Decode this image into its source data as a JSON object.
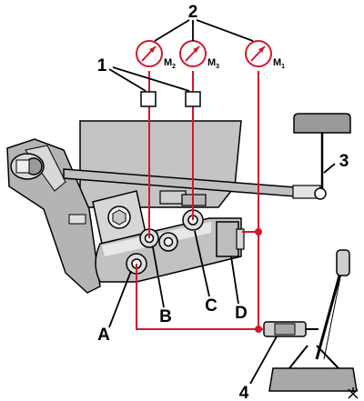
{
  "callouts": {
    "c1": "1",
    "c2": "2",
    "c3": "3",
    "c4": "4",
    "A": "A",
    "B": "B",
    "C": "C",
    "D": "D"
  },
  "gauges": {
    "m2": {
      "letter": "M",
      "sub": "2"
    },
    "m3": {
      "letter": "M",
      "sub": "3"
    },
    "m1": {
      "letter": "M",
      "sub": "1"
    }
  },
  "colors": {
    "line_red": "#d2182b",
    "machine_gray": "#bdbdbd",
    "machine_light": "#e2e2e2",
    "machine_dark": "#7a7a7a",
    "ink": "#000000"
  }
}
